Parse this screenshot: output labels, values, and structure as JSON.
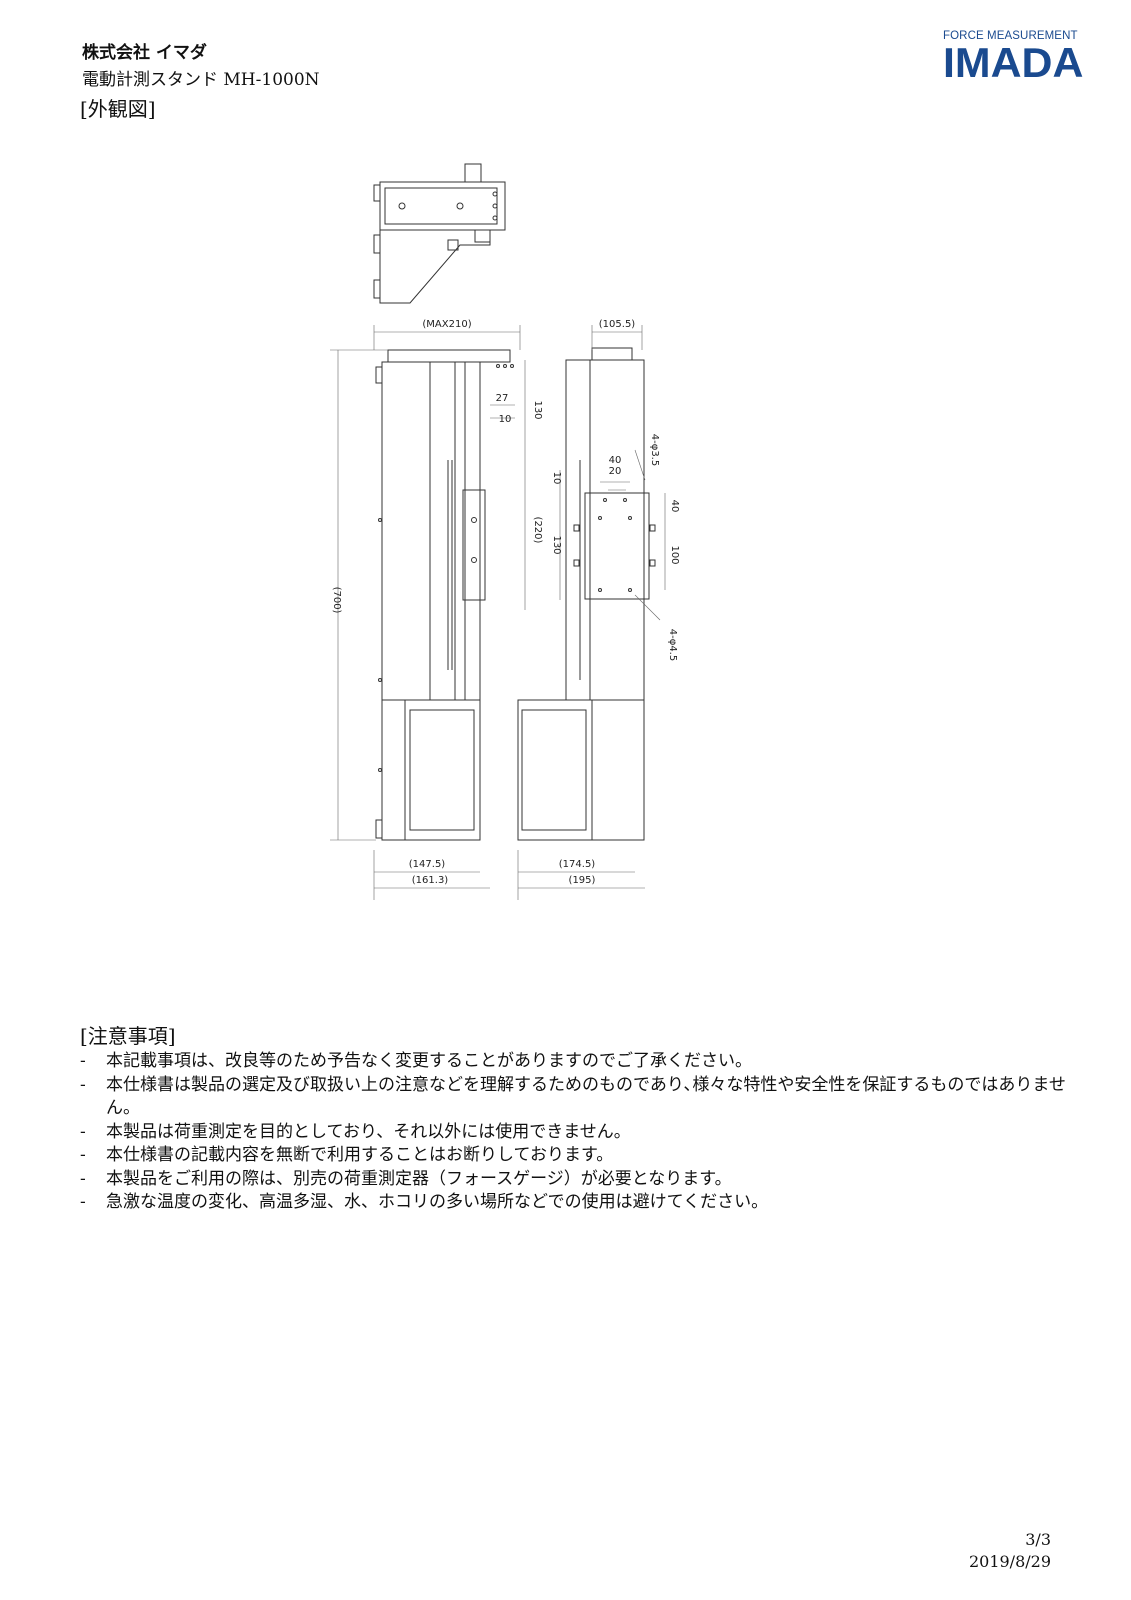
{
  "header": {
    "company": "株式会社 イマダ",
    "product": "電動計測スタンド MH-1000N",
    "section_exterior": "[外観図]"
  },
  "logo": {
    "subtitle": "FORCE MEASUREMENT",
    "name": "IMADA",
    "color": "#1a4a8f"
  },
  "drawing": {
    "dimensions": {
      "max_width": "(MAX210)",
      "side_width_top": "(105.5)",
      "height_700": "(700)",
      "d130_top": "130",
      "d27": "27",
      "d10": "10",
      "d220": "(220)",
      "d10_side": "10",
      "d130_side": "130",
      "d40_top": "40",
      "d20": "20",
      "d40_right": "40",
      "d100": "100",
      "hole_small": "4-φ3.5",
      "hole_large": "4-φ4.5",
      "front_147": "(147.5)",
      "front_161": "(161.3)",
      "side_174": "(174.5)",
      "side_195": "(195)"
    }
  },
  "notes": {
    "title": "[注意事項]",
    "dash": "-",
    "items": [
      "本記載事項は、改良等のため予告なく変更することがありますのでご了承ください。",
      "本仕様書は製品の選定及び取扱い上の注意などを理解するためのものであり､様々な特性や安全性を保証するものではありません。",
      "本製品は荷重測定を目的としており、それ以外には使用できません。",
      "本仕様書の記載内容を無断で利用することはお断りしております。",
      "本製品をご利用の際は、別売の荷重測定器（フォースゲージ）が必要となります。",
      "急激な温度の変化、高温多湿、水、ホコリの多い場所などでの使用は避けてください。"
    ]
  },
  "footer": {
    "page": "3/3",
    "date": "2019/8/29"
  }
}
